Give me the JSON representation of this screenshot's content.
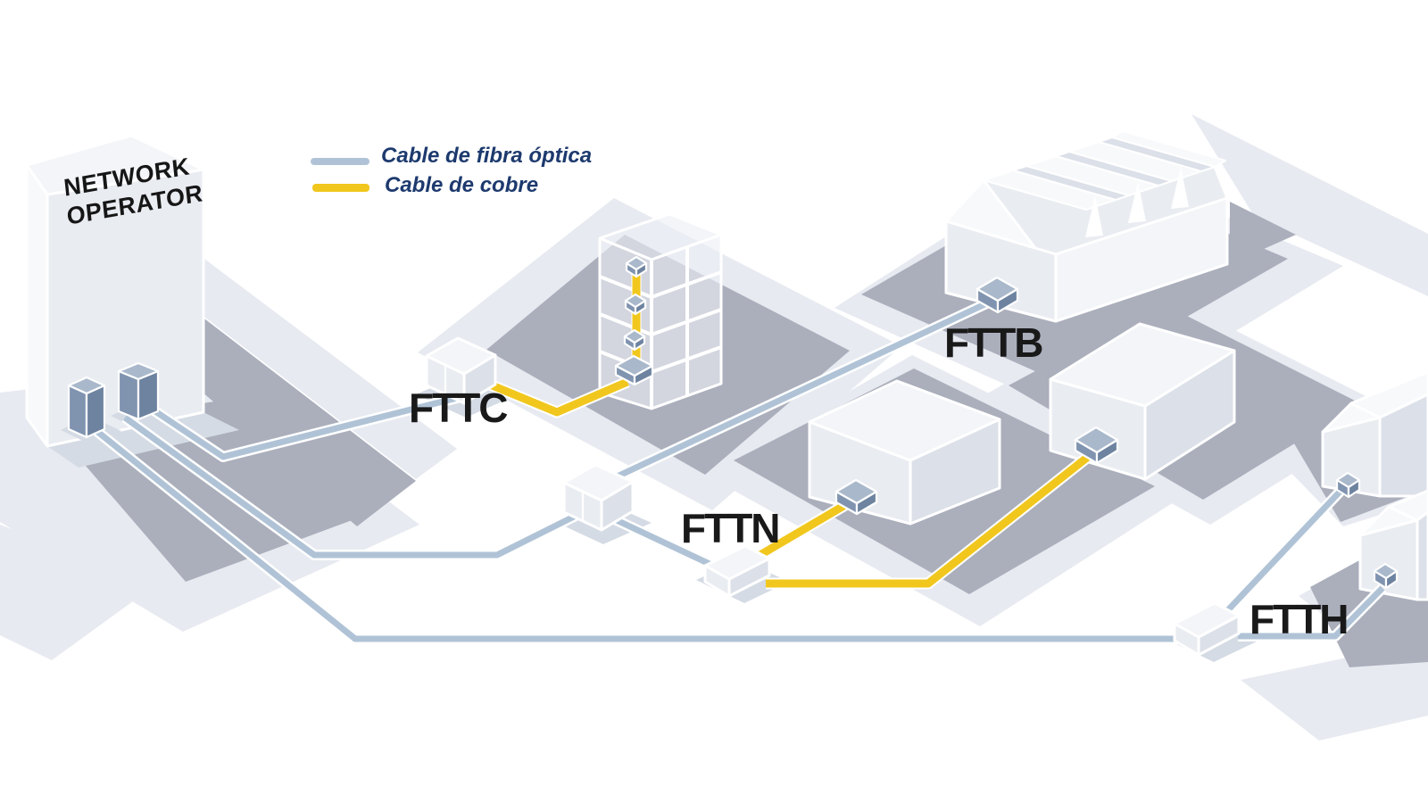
{
  "diagram": {
    "operator_building": {
      "sign_line1": "NETWORK",
      "sign_line2": "OPERATOR"
    },
    "legend": {
      "items": [
        {
          "id": "fiber",
          "label": "Cable de fibra óptica",
          "color": "#b0c3d6"
        },
        {
          "id": "copper",
          "label": "Cable de cobre",
          "color": "#f1c71e"
        }
      ]
    },
    "nodes": [
      {
        "id": "fttc",
        "label": "FTTC"
      },
      {
        "id": "fttb",
        "label": "FTTB"
      },
      {
        "id": "fttn",
        "label": "FTTN"
      },
      {
        "id": "ftth",
        "label": "FTTH"
      }
    ],
    "colors": {
      "fiber_cable": "#b0c3d6",
      "copper_cable": "#f1c71e",
      "node_label_text": "#191919",
      "legend_text": "#1d3a6e"
    }
  }
}
